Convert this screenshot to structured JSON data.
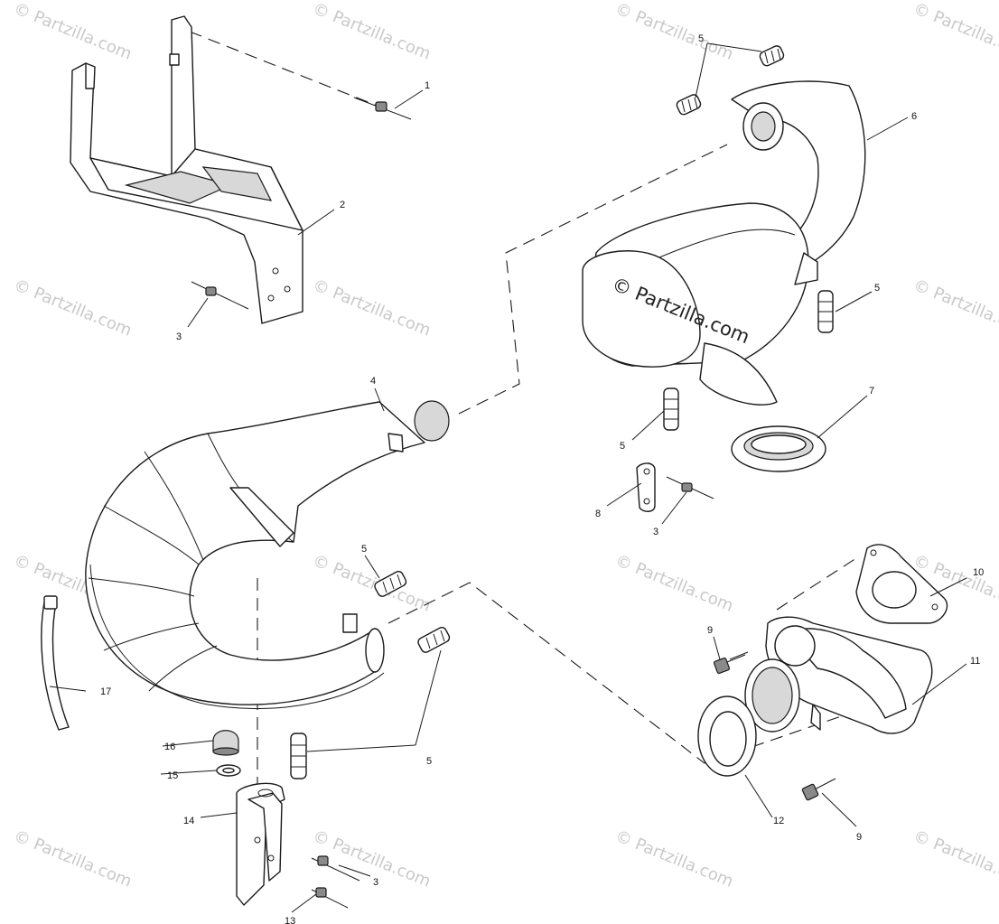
{
  "watermark": {
    "text": "© Partzilla.com",
    "center_text": "© Partzilla.com"
  },
  "callouts": {
    "c1": "1",
    "c2": "2",
    "c3a": "3",
    "c3b": "3",
    "c3c": "3",
    "c4": "4",
    "c5a": "5",
    "c5b": "5",
    "c5c": "5",
    "c5d": "5",
    "c5e": "5",
    "c6": "6",
    "c7": "7",
    "c8": "8",
    "c9a": "9",
    "c9b": "9",
    "c10": "10",
    "c11": "11",
    "c12": "12",
    "c13": "13",
    "c14": "14",
    "c15": "15",
    "c16": "16",
    "c17": "17"
  }
}
